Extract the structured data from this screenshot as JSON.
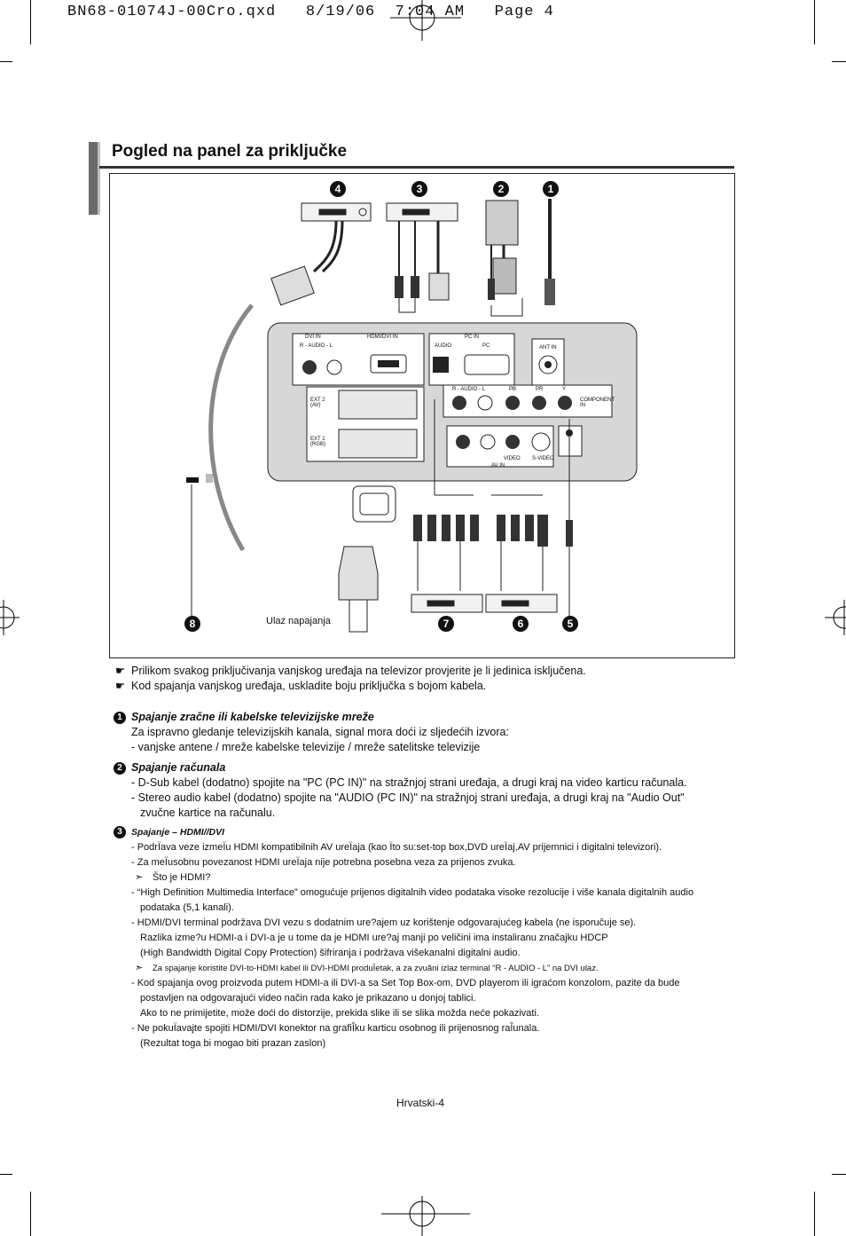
{
  "slug": "BN68-01074J-00Cro.qxd   8/19/06  7:04 AM   Page 4",
  "title": "Pogled na panel za priključke",
  "diagram": {
    "numbers": [
      "4",
      "3",
      "2",
      "1",
      "8",
      "7",
      "6",
      "5"
    ],
    "power_label": "Ulaz napajanja",
    "panel_labels": {
      "dvi_in": "DVI IN",
      "audio_rl": "R - AUDIO - L",
      "hdmi_dvi_in": "HDMI/DVI IN",
      "pc_in": "PC IN",
      "audio": "AUDIO",
      "pc": "PC",
      "ant_in": "ANT IN",
      "ext2": "EXT 2 (AV)",
      "ext1": "EXT 1 (RGB)",
      "comp_audio": "R - AUDIO - L",
      "pb": "PB",
      "pr": "PR",
      "y": "Y",
      "component_in": "COMPONENT IN",
      "video": "VIDEO",
      "svideo": "S-VIDEO",
      "av_in": "AV IN"
    }
  },
  "notes": [
    "Prilikom svakog priključivanja vanjskog uređaja na televizor provjerite je li jedinica isključena.",
    "Kod spajanja vanjskog uređaja, uskladite boju priključka s bojom kabela."
  ],
  "section1": {
    "num": "1",
    "heading": "Spajanje zračne ili kabelske televizijske mreže",
    "line1": "Za ispravno gledanje televizijskih kanala, signal mora doći iz sljedećih izvora:",
    "line2": "- vanjske antene / mreže kabelske televizije / mreže satelitske televizije"
  },
  "section2": {
    "num": "2",
    "heading": "Spajanje računala",
    "line1": "- D-Sub kabel (dodatno) spojite na \"PC (PC IN)\" na stražnjoj strani uređaja, a drugi kraj na video karticu računala.",
    "line2": "- Stereo audio kabel (dodatno) spojite na \"AUDIO (PC IN)\" na stražnjoj strani uređaja, a drugi kraj na \"Audio Out\"",
    "line3": "zvučne kartice na računalu."
  },
  "section3": {
    "num": "3",
    "heading": "Spajanje – HDMI//DVI",
    "l1": "- PodrÏava veze izmeÏu HDMI kompatibilnih AV ureÏaja (kao Ïto su:set-top box,DVD ureÏaj,AV prijemnici i digitalni televizori).",
    "l2": "-  Za meÏusobnu povezanost HDMI ureÏaja nije potrebna posebna veza za prijenos zvuka.",
    "l3": "Što je HDMI?",
    "l4": "- “High Definition Multimedia Interface” omogućuje prijenos digitalnih video podataka visoke rezolucije i više kanala digitalnih audio",
    "l5": "podataka (5,1 kanali).",
    "l6": "- HDMI/DVI terminal podržava DVI vezu s dodatnim ure?ajem uz korištenje odgovarajućeg kabela (ne isporučuje se).",
    "l7": "Razlika izme?u HDMI-a i DVI-a je u tome da je HDMI ure?aj manji po veličini ima instaliranu značajku HDCP",
    "l8": "(High Bandwidth Digital Copy Protection) šifriranja i podržava višekanalni digitalni audio.",
    "l9": "Za spajanje koristite DVI-to-HDMI kabel ili DVI-HDMI produÏetak, a za zvuãni izlaz terminal “R - AUDIO - L” na DVI ulaz.",
    "l10": "- Kod spajanja ovog proizvoda putem HDMI-a ili DVI-a sa Set Top Box-om, DVD playerom ili igraćom konzolom, pazite da bude",
    "l11": "postavljen na odgovarajući video način rada kako je prikazano u donjoj tablici.",
    "l12": "Ako to ne primijetite, može doći do distorzije, prekida slike ili se slika možda neće pokazivati.",
    "l13": "- Ne pokuÏavajte spojiti HDMI/DVI konektor na grafiÎku karticu osobnog ili prijenosnog raÎunala.",
    "l14": "(Rezultat toga bi mogao biti prazan zaslon)"
  },
  "footer": "Hrvatski-4"
}
